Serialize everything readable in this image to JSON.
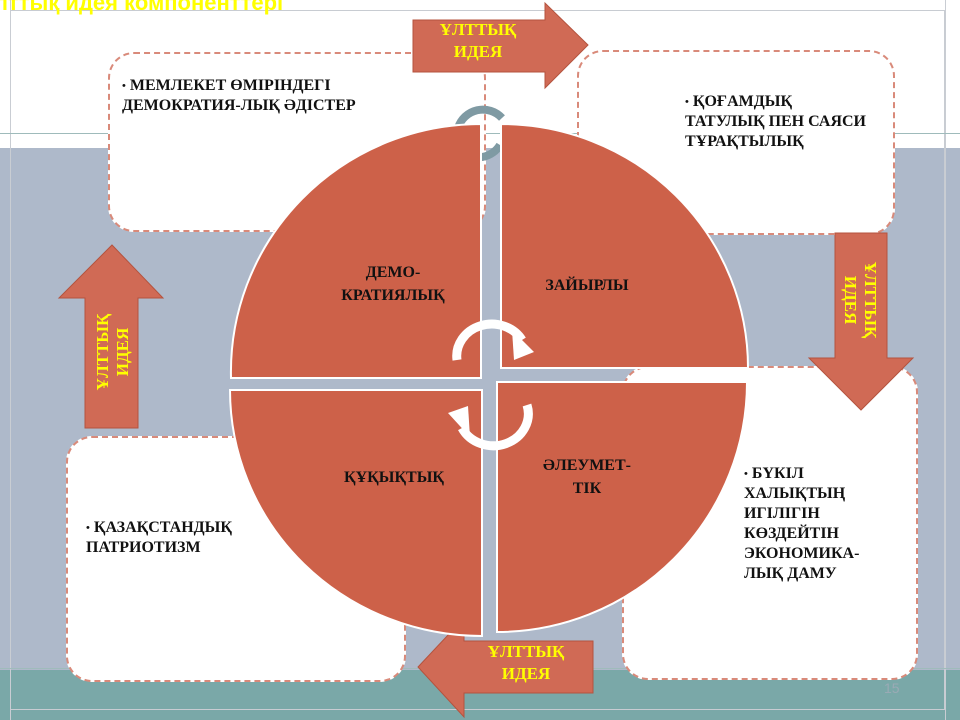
{
  "slide": {
    "title": "лттық идея компоненттері",
    "number": "15"
  },
  "arrows": {
    "top": "ҰЛТТЫҚ ИДЕЯ",
    "right": "ҰЛТТЫҚ ИДЕЯ",
    "left": "ҰЛТТЫҚ ИДЕЯ",
    "bottom": "ҰЛТТЫҚ ИДЕЯ"
  },
  "cards": {
    "top_left": "МЕМЛЕКЕТ ӨМІРІНДЕГІ ДЕМОКРАТИЯ-ЛЫҚ ӘДІСТЕР",
    "top_right": "ҚОҒАМДЫҚ ТАТУЛЫҚ ПЕН САЯСИ ТҰРАҚТЫЛЫҚ",
    "bottom_left": "ҚАЗАҚСТАНДЫҚ ПАТРИОТИЗМ",
    "bottom_right": "БҮКІЛ ХАЛЫҚТЫҢ ИГІЛІГІН КӨЗДЕЙТІН ЭКОНОМИКА-ЛЫҚ ДАМУ"
  },
  "quadrants": {
    "top_left": "ДЕМОКРАТИЯЛЫҚ",
    "top_right": "ЗАЙЫРЛЫ",
    "bottom_left": "ҚҰҚЫҚТЫҚ",
    "bottom_right": "ӘЛЕУМЕТТІК"
  },
  "colors": {
    "quadrant_fill": "#cd6149",
    "quadrant_stroke": "#ffffff",
    "arrow_fill": "#d06a55",
    "arrow_text": "#ffff00",
    "card_border": "#d98a7a",
    "cycle_arrows": "#ffffff"
  }
}
